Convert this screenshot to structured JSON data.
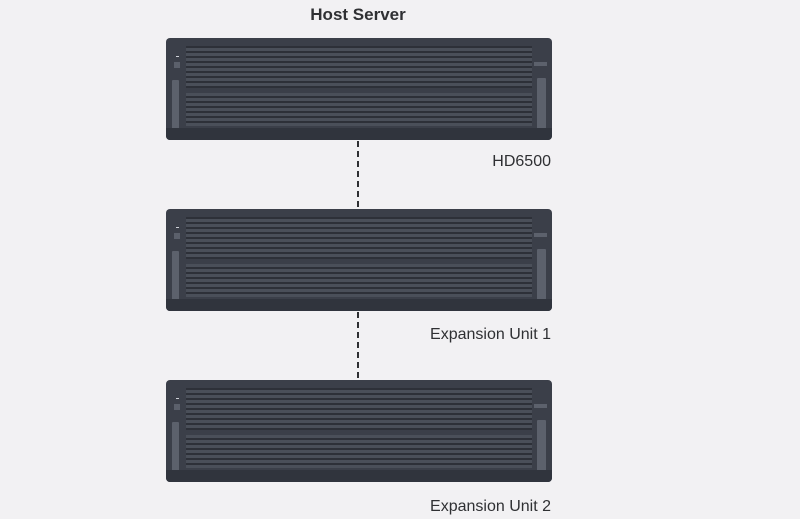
{
  "diagram": {
    "title": "Host Server",
    "units": [
      {
        "label": "HD6500"
      },
      {
        "label": "Expansion Unit 1"
      },
      {
        "label": "Expansion Unit 2"
      }
    ]
  },
  "colors": {
    "background": "#f2f1f3",
    "chassis": "#3b3f49",
    "text": "#2f3033"
  }
}
